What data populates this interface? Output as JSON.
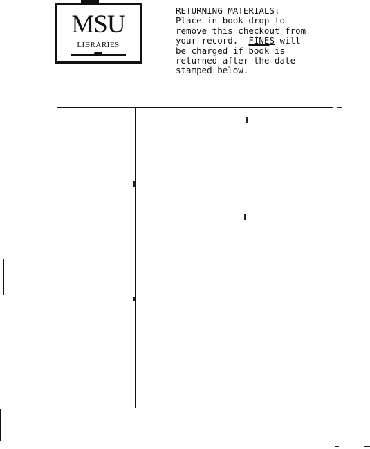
{
  "logo": {
    "title": "MSU",
    "subtitle": "LIBRARIES"
  },
  "notice": {
    "heading": "RETURNING MATERIALS:",
    "line1": "Place in book drop to",
    "line2": "remove this checkout from",
    "line3_a": "your record.  ",
    "line3_b": "FINES",
    "line3_c": " will",
    "line4_a": "be charged if ",
    "line4_b": "book",
    "line4_c": " is",
    "line5": "returned after the date",
    "line6": "stamped below."
  }
}
